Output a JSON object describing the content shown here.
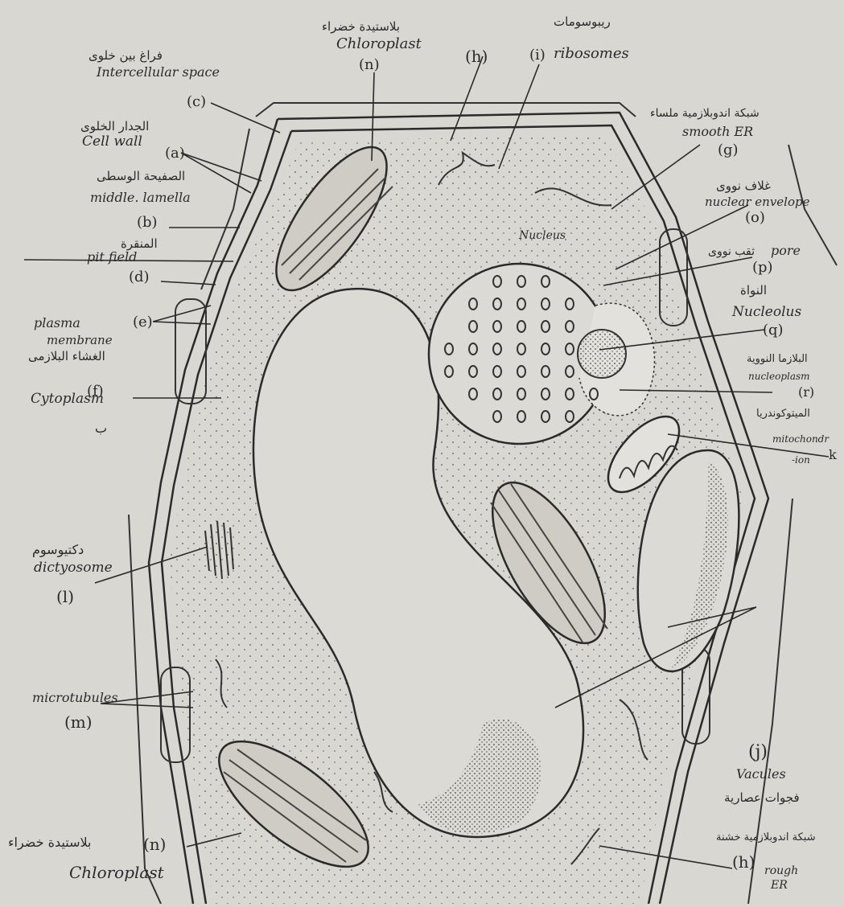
{
  "labels": {
    "intercellular_space": {
      "arabic": "فراغ بين خلوى",
      "english": "Intercellular space",
      "code": "(c)"
    },
    "cell_wall": {
      "arabic": "الجدار الخلوى",
      "english": "Cell wall",
      "code": "(a)"
    },
    "middle_lamella": {
      "arabic": "الصفيحة الوسطى",
      "english": "middle. lamella",
      "code": "(b)"
    },
    "pit_field": {
      "arabic": "المنقرة",
      "english": "pit field",
      "code": "(d)"
    },
    "plasma_membrane": {
      "english_1": "plasma",
      "english_2": "membrane",
      "arabic": "الغشاء البلازمى",
      "code": "(e)"
    },
    "cytoplasm": {
      "english": "Cytoplasm",
      "code": "(f)",
      "arabic": "ب"
    },
    "dictyosome": {
      "arabic": "دكتيوسوم",
      "english": "dictyosome",
      "code": "(l)"
    },
    "microtubules": {
      "english": "microtubules",
      "code": "(m)"
    },
    "chloroplast_bottom": {
      "code": "(n)",
      "arabic": "بلاستيدة خضراء",
      "english": "Chloroplast"
    },
    "chloroplast_top": {
      "arabic": "بلاستيدة خضراء",
      "english": "Chloroplast",
      "code": "(n)"
    },
    "h_top": {
      "code": "(h)"
    },
    "ribosomes": {
      "arabic": "ريبوسومات",
      "english": "ribosomes",
      "code": "(i)"
    },
    "smooth_er": {
      "arabic": "شبكة اندوبلازمية ملساء",
      "english": "smooth ER",
      "code": "(g)"
    },
    "nuclear_envelope": {
      "arabic": "غلاف نووى",
      "english": "nuclear envelope",
      "code": "(o)"
    },
    "nucleus": {
      "english": "Nucleus"
    },
    "pore": {
      "arabic": "ثقب نووى",
      "english": "pore",
      "code": "(p)"
    },
    "nucleolus": {
      "arabic": "النواة",
      "english": "Nucleolus",
      "code": "(q)"
    },
    "nucleoplasm": {
      "arabic": "البلازما النووية",
      "english": "nucleoplasm",
      "code": "(r)"
    },
    "mitochondrion": {
      "arabic": "الميتوكوندريا",
      "english_1": "mitochondr",
      "english_2": "-ion",
      "code": "k"
    },
    "vacuoles": {
      "code": "(j)",
      "english": "Vacules",
      "arabic": "فجوات عصارية"
    },
    "rough_er": {
      "arabic": "شبكة اندوبلازمية خشنة",
      "code": "(h)",
      "english_1": "rough",
      "english_2": "ER"
    }
  },
  "colors": {
    "paper": "#d9d7d2",
    "ink": "#2a2a2a"
  }
}
